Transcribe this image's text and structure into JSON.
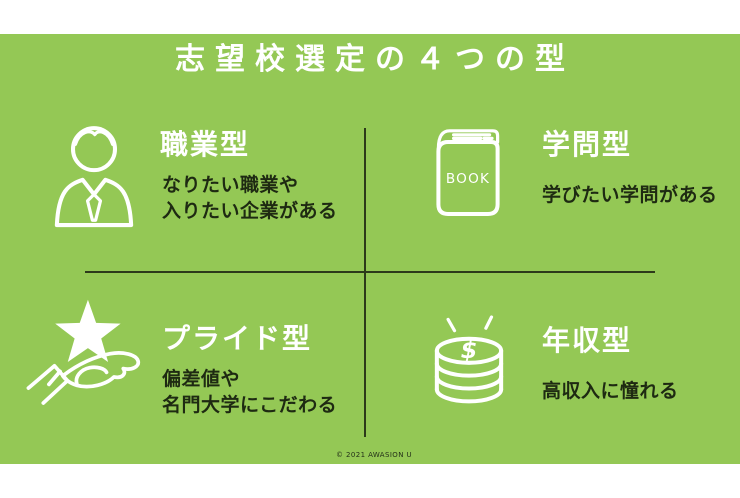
{
  "page": {
    "title": "志望校選定の４つの型",
    "watermark": "© 2021 AWASION U",
    "colors": {
      "background": "#ffffff",
      "panel_green": "#94c855",
      "heading_text": "#ffffff",
      "body_text": "#1e2a12",
      "divider": "#2c3a1a"
    }
  },
  "quadrants": {
    "career": {
      "icon": "businessperson-icon",
      "title": "職業型",
      "desc1": "なりたい職業や",
      "desc2": "入りたい企業がある"
    },
    "academic": {
      "icon": "book-icon",
      "book_label": "BOOK",
      "title": "学問型",
      "desc1": "学びたい学問がある"
    },
    "pride": {
      "icon": "hand-star-icon",
      "title": "プライド型",
      "desc1": "偏差値や",
      "desc2": "名門大学にこだわる"
    },
    "income": {
      "icon": "coins-icon",
      "coin_symbol": "$",
      "title": "年収型",
      "desc1": "高収入に憧れる"
    }
  }
}
